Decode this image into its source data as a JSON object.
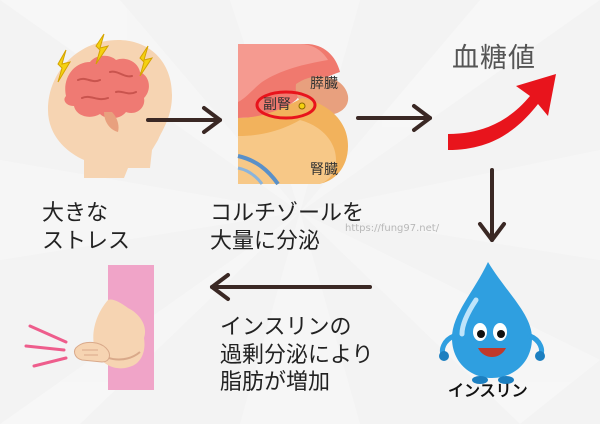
{
  "labels": {
    "stress_line1": "大きな",
    "stress_line2": "ストレス",
    "cortisol_line1": "コルチゾールを",
    "cortisol_line2": "大量に分泌",
    "pancreas": "膵臓",
    "adrenal": "副腎",
    "kidney": "腎臓",
    "blood_sugar": "血糖値",
    "insulin": "インスリン",
    "effect_line1": "インスリンの",
    "effect_line2": "過剰分泌により",
    "effect_line3": "脂肪が増加",
    "watermark": "https://fung97.net/"
  },
  "icons": {
    "head": "brain-stress-head",
    "organs": "adrenal-kidney-organs",
    "trend": "rising-arrow",
    "drop": "insulin-drop-character",
    "belly": "belly-fat-figure"
  },
  "colors": {
    "background": "#f3f3f3",
    "arrow": "#3a2824",
    "accent_red": "#e8141c",
    "skin": "#f6d4b2",
    "brain": "#ef7a73",
    "organ_orange": "#f2b25c",
    "pancreas": "#e8a07e",
    "drop_blue": "#2f9fe0",
    "belly_pink": "#f0a4c8"
  }
}
